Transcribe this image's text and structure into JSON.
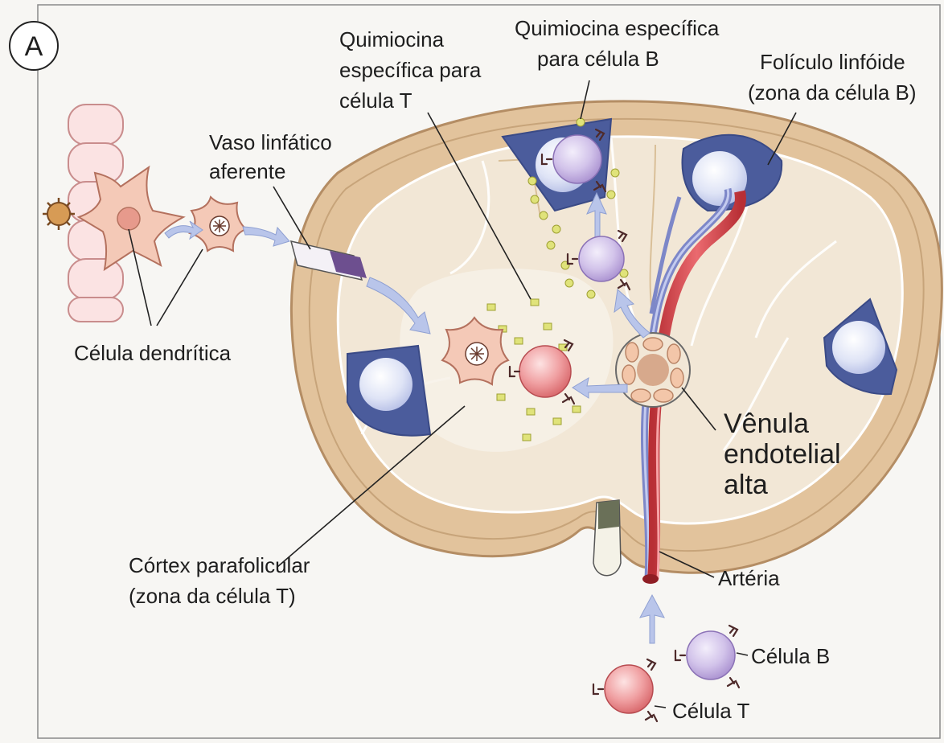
{
  "panel": {
    "letter": "A"
  },
  "labels": {
    "chemokine_t": [
      "Quimiocina",
      "específica para",
      "célula T"
    ],
    "chemokine_b": [
      "Quimiocina específica",
      "para célula B"
    ],
    "follicle": [
      "Folículo linfóide",
      "(zona da célula B)"
    ],
    "afferent_vessel": [
      "Vaso linfático",
      "aferente"
    ],
    "dendritic_cell": "Célula dendrítica",
    "hev": [
      "Vênula",
      "endotelial",
      "alta"
    ],
    "paracortex": [
      "Córtex parafolicular",
      "(zona da célula T)"
    ],
    "artery": "Artéria",
    "b_cell": "Célula B",
    "t_cell": "Célula T"
  },
  "colors": {
    "capsule": "#e2c39c",
    "interior": "#f1e6d3",
    "follicle": "#4b5c9c",
    "b_cell": "#c9b8e3",
    "t_cell": "#ea8a8d",
    "artery": "#d9454a",
    "vein": "#7d87c8",
    "chemokine": "#e0e37a",
    "arrow": "#b9c5ea"
  }
}
